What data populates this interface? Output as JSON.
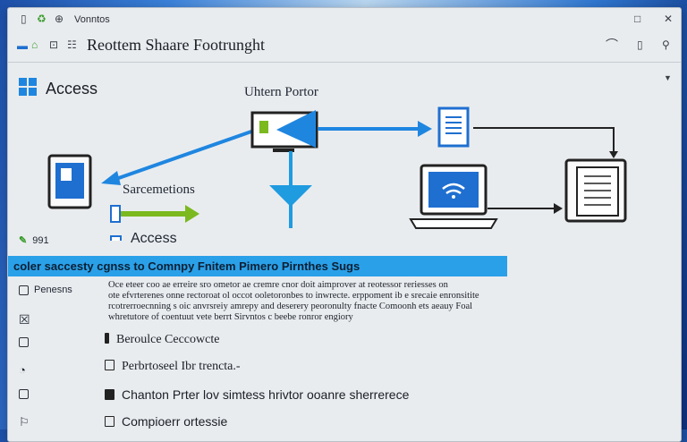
{
  "window": {
    "title": "Vonntos"
  },
  "address": {
    "text": "Reottem Shaare Footrunght"
  },
  "app": {
    "name": "Access"
  },
  "diagram": {
    "utility_label": "Uhtern Portor",
    "services_label": "Sarcemetions",
    "access_label": "Access"
  },
  "left_small": {
    "label": "991"
  },
  "banner": {
    "text": "coler saccesty cgnss to Comnpy Fnitem Pimero Pirnthes Sugs"
  },
  "description": {
    "lines": [
      "Oce eteer coo ae erreire sro ometor ae cremre cnor doit aimprover at reotessor reriesses on",
      "ote efvrterenes onne rectoroat ol occot ooletoronbes to inwrecte. erppoment ib e srecaie enronsitite",
      "rcotrerroecnning s oic anvrsreiy amrepy and deserery peoronulty fnacte Comoonh ets aeauy Foal",
      "whretutore of coentuut vete berrt Sirvntos c beebe ronror engiory"
    ]
  },
  "left_items": [
    "Penesns",
    "",
    "",
    "",
    "",
    ""
  ],
  "list": [
    {
      "label": "Beroulce Ceccowcte"
    },
    {
      "label": "Perbrtoseel Ibr trencta.-"
    },
    {
      "label": "Chanton Prter lov simtess hrivtor ooanre sherrerece"
    },
    {
      "label": "Compioerr ortessie"
    }
  ],
  "colors": {
    "accent": "#1f86e0",
    "banner": "#2aa0e8",
    "green": "#7bb91f"
  }
}
